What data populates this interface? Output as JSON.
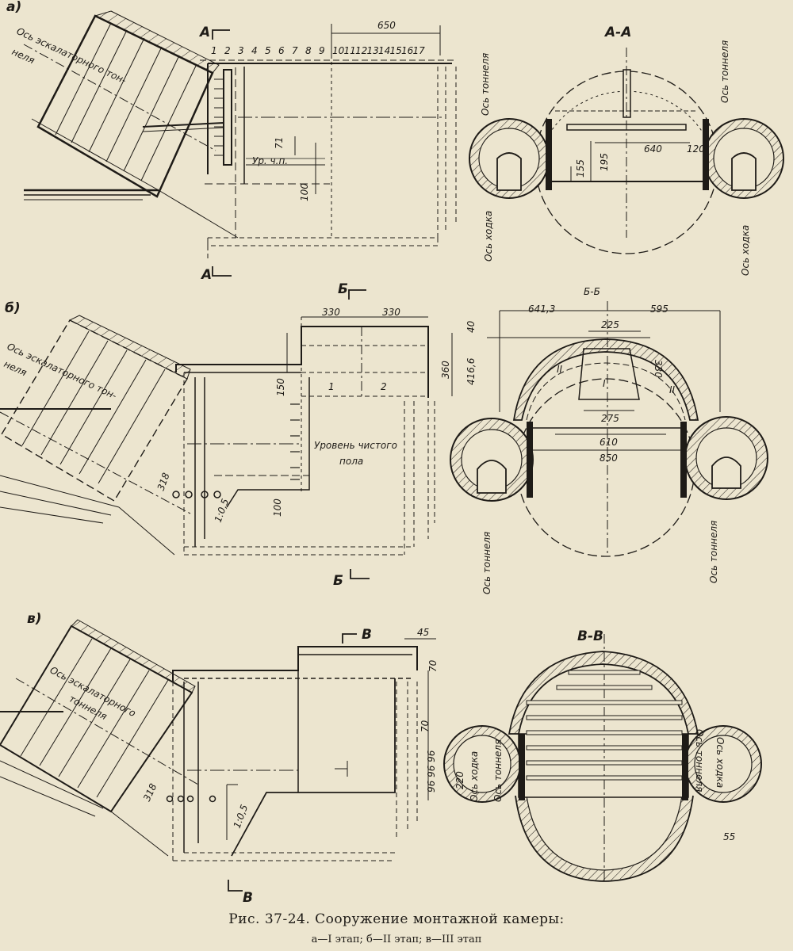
{
  "caption": {
    "main": "Рис. 37-24. Сооружение монтажной камеры:",
    "sub": "а—I этап; б—II этап; в—III этап"
  },
  "panel_a": {
    "letter": "а)",
    "tunnel_axis_1": "Ось эскалаторного тон-",
    "tunnel_axis_2": "неля",
    "cut_mark": "А",
    "cut_mark_bottom": "А",
    "dim_650": "650",
    "ring_numbers": [
      "1",
      "2",
      "3",
      "4",
      "5",
      "6",
      "7",
      "8",
      "9",
      "10",
      "11",
      "12",
      "13",
      "14",
      "15",
      "16",
      "17"
    ],
    "dim_71": "71",
    "floor_level": "Ур. ч.п.",
    "dim_100": "100",
    "section_title": "А-А",
    "axis_tunnel": "Ось тоннеля",
    "axis_passage": "Ось ходка",
    "dim_640": "640",
    "dim_120": "120",
    "dim_155": "155",
    "dim_195": "195"
  },
  "panel_b": {
    "letter": "б)",
    "tunnel_axis_1": "Ось эскалаторного тон-",
    "tunnel_axis_2": "неля",
    "cut_mark": "Б",
    "dim_330a": "330",
    "dim_330b": "330",
    "dim_360": "360",
    "dim_150": "150",
    "zone_1": "1",
    "zone_2": "2",
    "floor_level_1": "Уровень чистого",
    "floor_level_2": "пола",
    "dim_318": "318",
    "slope": "1:0,5",
    "dim_100": "100",
    "section_title": "Б-Б",
    "dim_641": "641,3",
    "dim_595": "595",
    "dim_225": "225",
    "dim_40": "40",
    "dim_416": "416,6",
    "dim_330c": "330",
    "zone_I": "I",
    "zone_II": "II",
    "dim_275": "275",
    "dim_610": "610",
    "dim_850": "850",
    "axis_tunnel": "Ось тоннеля"
  },
  "panel_c": {
    "letter": "в)",
    "tunnel_axis_1": "Ось эскалаторного",
    "tunnel_axis_2": "тоннеля",
    "cut_mark": "В",
    "dim_45": "45",
    "dim_70a": "70",
    "dim_70b": "70",
    "dim_stack": "96 96 96",
    "dim_318": "318",
    "slope": "1:0,5",
    "section_title": "В-В",
    "dim_220": "220",
    "dim_55": "55",
    "axis_passage": "Ось ходка",
    "axis_tunnel": "Ось тоннеля"
  }
}
